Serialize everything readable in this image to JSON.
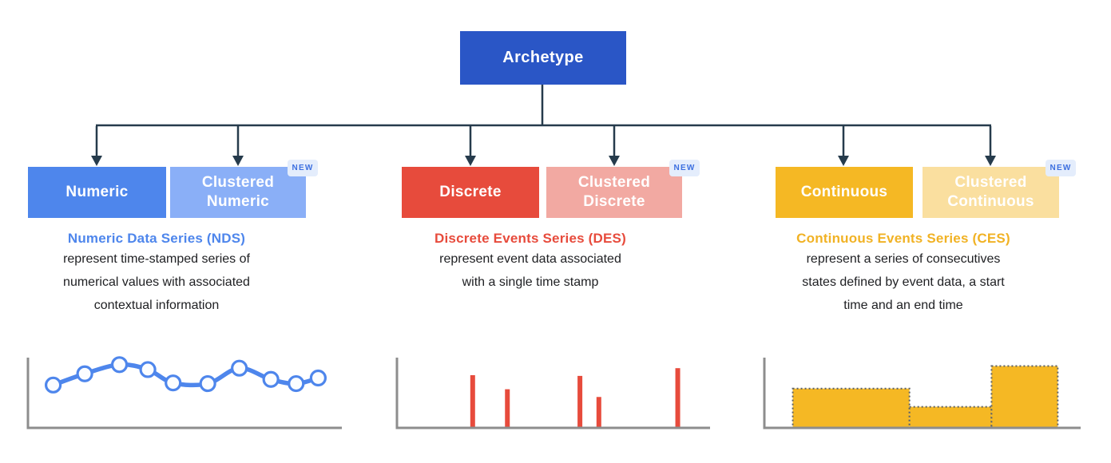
{
  "root": {
    "label": "Archetype"
  },
  "badge_label": "NEW",
  "columns": [
    {
      "key": "numeric",
      "box_label": "Numeric",
      "clustered_label": "Clustered\nNumeric",
      "heading": "Numeric Data Series (NDS)",
      "description": "represent time-stamped series of\nnumerical values with associated\ncontextual information"
    },
    {
      "key": "discrete",
      "box_label": "Discrete",
      "clustered_label": "Clustered\nDiscrete",
      "heading": "Discrete Events Series (DES)",
      "description": "represent event data associated\nwith a single time stamp"
    },
    {
      "key": "continuous",
      "box_label": "Continuous",
      "clustered_label": "Clustered\nContinuous",
      "heading": "Continuous Events Series (CES)",
      "description": "represent a series of consecutives\nstates defined by event data, a start\ntime and an end time"
    }
  ],
  "colors": {
    "root_blue": "#2a56c6",
    "blue": "#4e86ec",
    "blue_light": "#8aaff7",
    "red": "#e74b3c",
    "red_light": "#f2a9a2",
    "yellow": "#f5b824",
    "yellow_light": "#fadf9f",
    "yellow_text": "#f1b224",
    "badge_bg": "#e4edfc",
    "badge_text": "#3c6fe0",
    "connector": "#263b4c",
    "axis": "#8d8d8d",
    "text": "#202124"
  },
  "chart_data": [
    {
      "type": "line",
      "title": "Numeric Data Series example",
      "color": "#4e86ec",
      "marker": "open-circle",
      "x": [
        8,
        18,
        29,
        38,
        46,
        57,
        67,
        77,
        85,
        92
      ],
      "values": [
        61,
        77,
        90,
        83,
        64,
        63,
        85,
        69,
        63,
        71
      ],
      "xlabel": "",
      "ylabel": "",
      "ylim": [
        0,
        100
      ],
      "axis_style": "gray L-shape, no ticks, no grid"
    },
    {
      "type": "bar",
      "title": "Discrete Events Series example",
      "color": "#e74b3c",
      "x": [
        24,
        35,
        58,
        64,
        89
      ],
      "values": [
        75,
        55,
        74,
        44,
        85
      ],
      "bar_width_pct": 1.5,
      "xlabel": "",
      "ylabel": "",
      "ylim": [
        0,
        100
      ],
      "axis_style": "gray L-shape, no ticks, no grid"
    },
    {
      "type": "area",
      "subtype": "step-blocks",
      "title": "Continuous Events Series example",
      "color": "#f5b824",
      "border": "#5f6368",
      "border_style": "dotted",
      "blocks": [
        {
          "x0": 9,
          "x1": 46,
          "value": 56
        },
        {
          "x0": 46,
          "x1": 72,
          "value": 30
        },
        {
          "x0": 72,
          "x1": 93,
          "value": 88
        }
      ],
      "xlabel": "",
      "ylabel": "",
      "ylim": [
        0,
        100
      ],
      "axis_style": "gray L-shape, no ticks, no grid"
    }
  ]
}
